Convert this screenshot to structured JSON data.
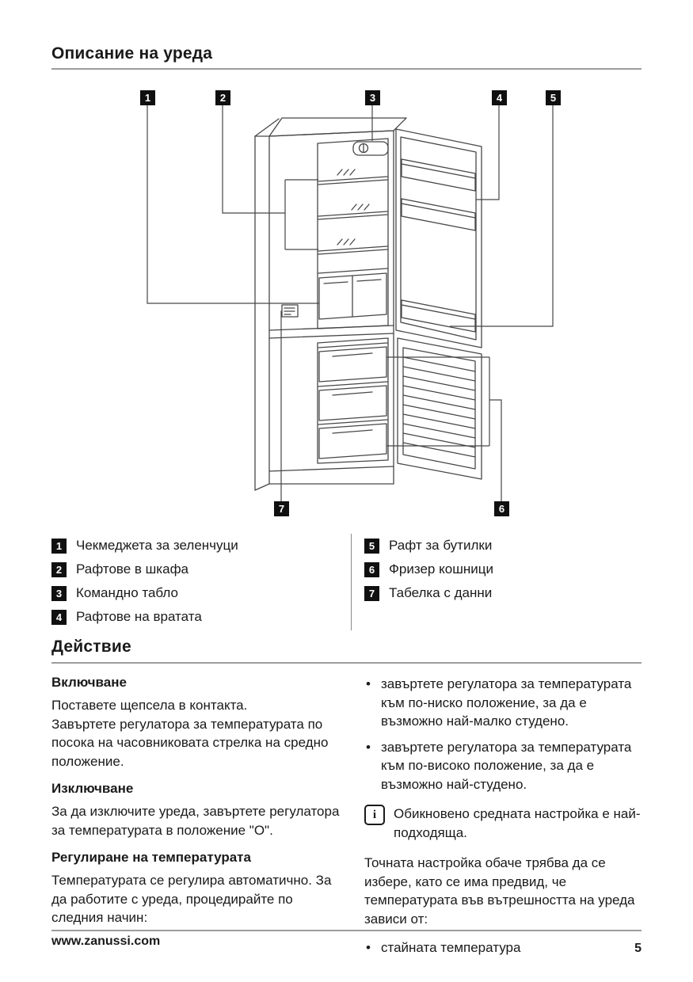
{
  "page": {
    "section1_title": "Описание на уреда",
    "section2_title": "Действие",
    "footer": {
      "site": "www.zanussi.com",
      "page_number": "5"
    }
  },
  "colors": {
    "badge": "#101010",
    "rule": "#9d9d9d",
    "line_art": "#474747"
  },
  "diagram": {
    "callouts": [
      "1",
      "2",
      "3",
      "4",
      "5",
      "6",
      "7"
    ]
  },
  "legend": {
    "left": [
      {
        "num": "1",
        "label": "Чекмеджета за зеленчуци"
      },
      {
        "num": "2",
        "label": "Рафтове в шкафа"
      },
      {
        "num": "3",
        "label": "Командно табло"
      },
      {
        "num": "4",
        "label": "Рафтове на вратата"
      }
    ],
    "right": [
      {
        "num": "5",
        "label": "Рафт за бутилки"
      },
      {
        "num": "6",
        "label": "Фризер кошници"
      },
      {
        "num": "7",
        "label": "Табелка с данни"
      }
    ]
  },
  "operation": {
    "left": {
      "h1": "Включване",
      "p1": "Поставете щепсела в контакта.",
      "p2": "Завъртете регулатора за температурата по посока на часовниковата стрелка на средно положение.",
      "h2": "Изключване",
      "p3": "За да изключите уреда, завъртете регулатора за температурата в положение \"O\".",
      "h3": "Регулиране на температурата",
      "p4": "Температурата се регулира автоматично. За да работите с уреда, процедирайте по следния начин:"
    },
    "right": {
      "b1": "завъртете регулатора за температурата към по-ниско положение, за да е възможно най-малко студено.",
      "b2": "завъртете регулатора за температурата към по-високо положение, за да е възможно най-студено.",
      "info_glyph": "i",
      "info": "Обикновено средната настройка е най-подходяща.",
      "p1": "Точната настройка обаче трябва да се избере, като се има предвид, че температурата във вътрешността на уреда зависи от:",
      "b3": "стайната температура"
    }
  }
}
